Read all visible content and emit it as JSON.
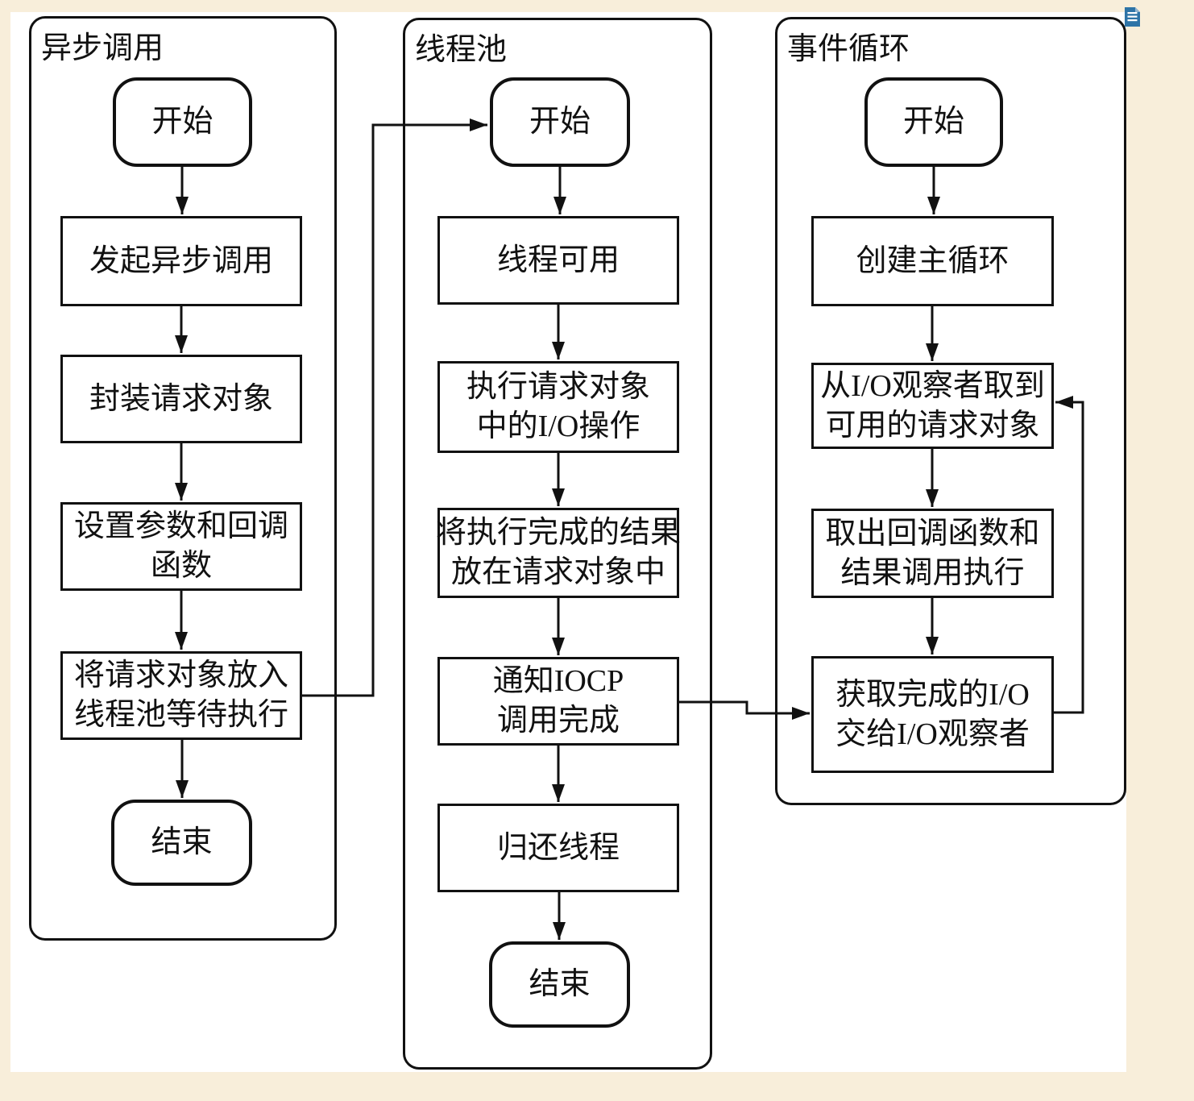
{
  "colors": {
    "page_background": "#f8eeda",
    "canvas_background": "#ffffff",
    "line_color": "#111111",
    "icon_blue": "#2e74a7",
    "icon_fold_blue": "#8fb3cf"
  },
  "corner_icon": {
    "name": "document-icon"
  },
  "lanes": [
    {
      "title": "异步调用",
      "nodes": [
        {
          "type": "terminator",
          "lines": [
            "开始"
          ]
        },
        {
          "type": "process",
          "lines": [
            "发起异步调用"
          ]
        },
        {
          "type": "process",
          "lines": [
            "封装请求对象"
          ]
        },
        {
          "type": "process",
          "lines": [
            "设置参数和回调",
            "函数"
          ]
        },
        {
          "type": "process",
          "lines": [
            "将请求对象放入",
            "线程池等待执行"
          ]
        },
        {
          "type": "terminator",
          "lines": [
            "结束"
          ]
        }
      ]
    },
    {
      "title": "线程池",
      "nodes": [
        {
          "type": "terminator",
          "lines": [
            "开始"
          ]
        },
        {
          "type": "process",
          "lines": [
            "线程可用"
          ]
        },
        {
          "type": "process",
          "lines": [
            "执行请求对象",
            "中的I/O操作"
          ]
        },
        {
          "type": "process",
          "lines": [
            "将执行完成的结果",
            "放在请求对象中"
          ]
        },
        {
          "type": "process",
          "lines": [
            "通知IOCP",
            "调用完成"
          ]
        },
        {
          "type": "process",
          "lines": [
            "归还线程"
          ]
        },
        {
          "type": "terminator",
          "lines": [
            "结束"
          ]
        }
      ]
    },
    {
      "title": "事件循环",
      "nodes": [
        {
          "type": "terminator",
          "lines": [
            "开始"
          ]
        },
        {
          "type": "process",
          "lines": [
            "创建主循环"
          ]
        },
        {
          "type": "process",
          "lines": [
            "从I/O观察者取到",
            "可用的请求对象"
          ]
        },
        {
          "type": "process",
          "lines": [
            "取出回调函数和",
            "结果调用执行"
          ]
        },
        {
          "type": "process",
          "lines": [
            "获取完成的I/O",
            "交给I/O观察者"
          ]
        }
      ]
    }
  ]
}
